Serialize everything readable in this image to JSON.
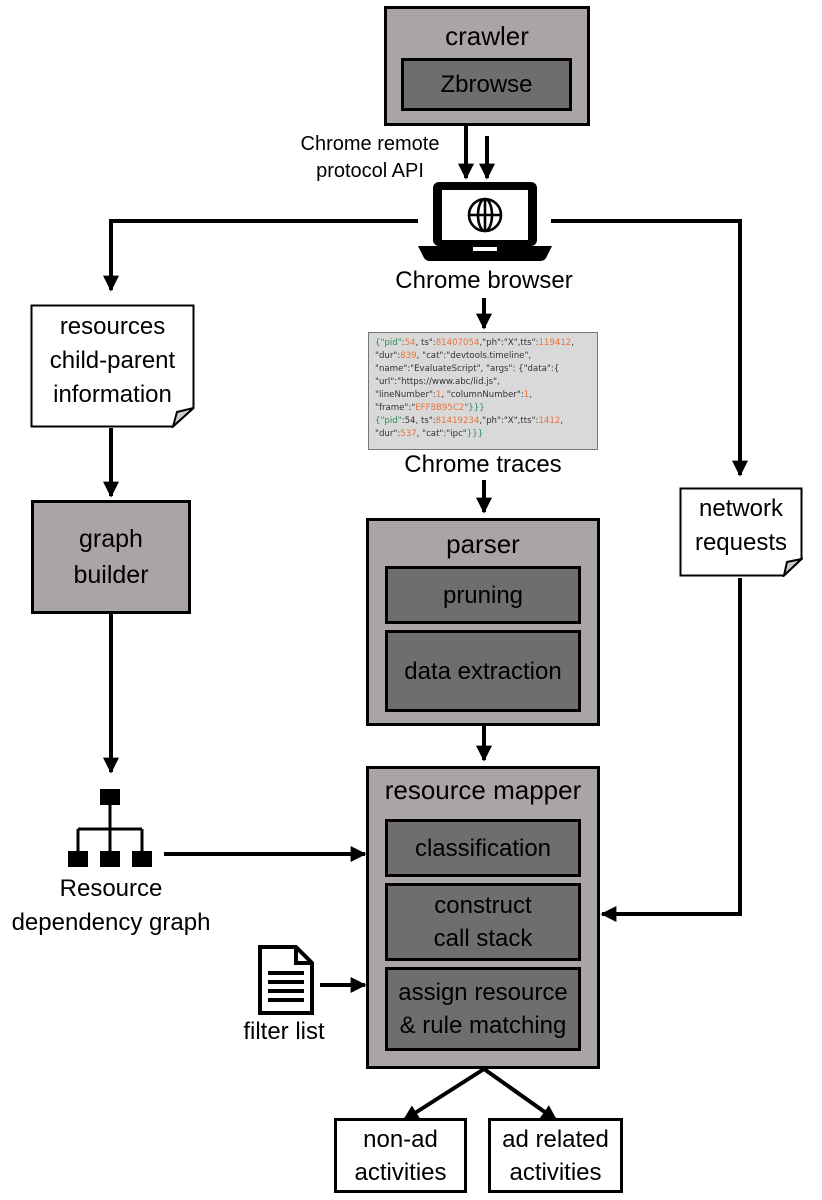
{
  "crawler": {
    "title": "crawler",
    "inner": "Zbrowse"
  },
  "protocol_label": [
    "Chrome remote",
    "protocol API"
  ],
  "browser": {
    "label": "Chrome browser",
    "icon": "laptop-globe-icon"
  },
  "resources_doc": [
    "resources",
    "child-parent",
    "information"
  ],
  "graph_builder": [
    "graph",
    "builder"
  ],
  "traces": {
    "label": "Chrome traces",
    "lines": [
      [
        [
          "k",
          "{\"pid\""
        ],
        [
          "s",
          ":"
        ],
        [
          "n",
          "54"
        ],
        [
          "s",
          ", ts\":"
        ],
        [
          "n",
          "81407054"
        ],
        [
          "s",
          ",\"ph\":\"X\",tts\":"
        ],
        [
          "n",
          "119412"
        ],
        [
          "s",
          ","
        ]
      ],
      [
        [
          "s",
          "\"dur\":"
        ],
        [
          "n",
          "839"
        ],
        [
          "s",
          ", \"cat\":\"devtools.timeline\","
        ]
      ],
      [
        [
          "s",
          "\"name\":\"EvaluateScript\", \"args\": {\"data\":{"
        ]
      ],
      [
        [
          "s",
          "\"url\":\"https://www.abc/lid.js\","
        ]
      ],
      [
        [
          "s",
          "\"lineNumber\":"
        ],
        [
          "n",
          "1"
        ],
        [
          "s",
          ", \"columnNumber\":"
        ],
        [
          "n",
          "1"
        ],
        [
          "s",
          ","
        ]
      ],
      [
        [
          "s",
          "\"frame\":\""
        ],
        [
          "n",
          "EFF8B95C2"
        ],
        [
          "k",
          "\"}}}"
        ]
      ],
      [
        [
          "k",
          "{\"pid\""
        ],
        [
          "s",
          ":54, ts\":"
        ],
        [
          "n",
          "81419234"
        ],
        [
          "s",
          ",\"ph\":\"X\",tts\":"
        ],
        [
          "n",
          "1412"
        ],
        [
          "s",
          ","
        ]
      ],
      [
        [
          "s",
          "\"dur\":"
        ],
        [
          "n",
          "537"
        ],
        [
          "s",
          ", \"cat\":\"ipc\""
        ],
        [
          "k",
          "}}}"
        ]
      ]
    ]
  },
  "network_doc": [
    "network",
    "requests"
  ],
  "parser": {
    "title": "parser",
    "items": [
      "pruning",
      "data extraction"
    ]
  },
  "dependency_graph": {
    "label": [
      "Resource",
      "dependency graph"
    ],
    "icon": "hierarchy-icon"
  },
  "resource_mapper": {
    "title": "resource mapper",
    "items": [
      [
        "classification"
      ],
      [
        "construct",
        "call stack"
      ],
      [
        "assign resource",
        "& rule matching"
      ]
    ]
  },
  "filter_list": {
    "label": "filter list",
    "icon": "document-icon"
  },
  "outputs": [
    [
      "non-ad",
      "activities"
    ],
    [
      "ad related",
      "activities"
    ]
  ],
  "colors": {
    "outer_box": "#aaa5a4",
    "inner_box": "#6e6e6e",
    "trace_bg": "#d9d9d9",
    "json_key": "#2e8b57",
    "json_number": "#e8743b"
  }
}
